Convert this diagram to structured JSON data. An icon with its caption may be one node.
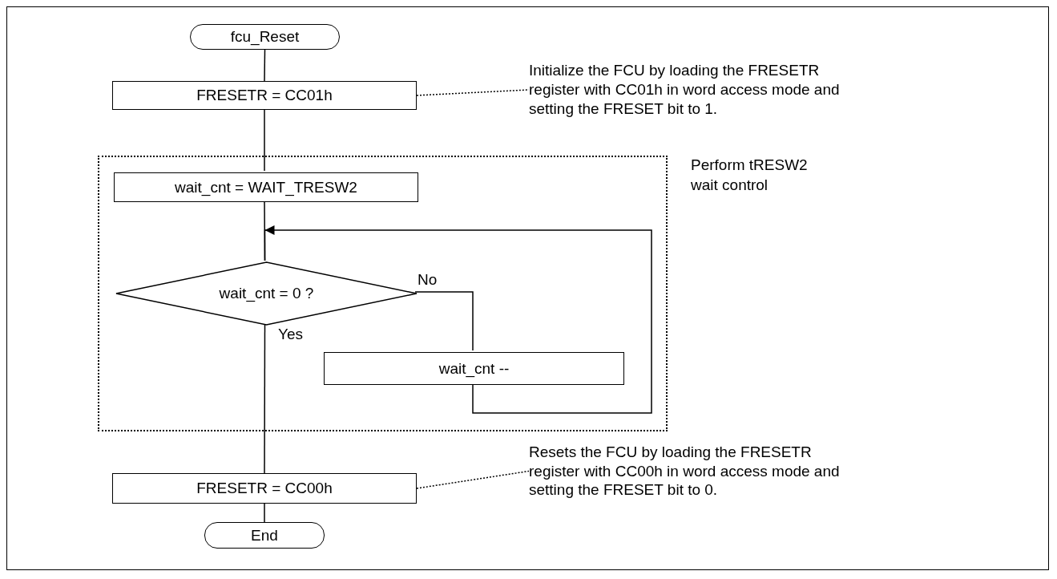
{
  "diagram": {
    "nodes": [
      {
        "text": [
          "fcu_Reset"
        ]
      },
      {
        "text": [
          "FRESETR = CC01h"
        ]
      },
      {
        "text": [
          "Initialize the FCU by loading the FRESETR register with CC01h in word access mode and setting the FRESET bit to 1."
        ]
      },
      {
        "text": [],
        "shape": "box"
      },
      {
        "text": [
          "wait_cnt = WAIT_TRESW2"
        ],
        "in": 3
      },
      {
        "text": [
          "wait_cnt = 0 ?"
        ],
        "in": 3
      },
      {
        "text": [
          "wait_cnt --"
        ],
        "in": 3
      },
      {
        "text": [
          "FRESETR = CC00h"
        ]
      },
      {
        "text": [
          "Resets the FCU by loading the FRESETR register with CC00h in word access mode and setting the FRESET bit to 0."
        ]
      },
      {
        "text": [
          "End"
        ]
      }
    ],
    "edges": [
      {
        "from": 0,
        "to": 1,
        "arrow": "none"
      },
      {
        "from": 1,
        "to": 2,
        "arrow": "none",
        "style": "dashed"
      },
      {
        "from": 1,
        "to": 4,
        "arrow": "none"
      },
      {
        "from": 4,
        "to": 5,
        "arrow": "none"
      },
      {
        "from": 5,
        "to": 6,
        "arrow": "none",
        "label": "No"
      },
      {
        "from": 6,
        "to": 5,
        "arrow": "to"
      },
      {
        "from": 5,
        "to": 7,
        "arrow": "none",
        "label": "Yes"
      },
      {
        "from": 7,
        "to": 8,
        "arrow": "none",
        "style": "dashed"
      },
      {
        "from": 7,
        "to": 9,
        "arrow": "none"
      }
    ],
    "labels": [
      "Perform tRESW2 wait control"
    ]
  }
}
